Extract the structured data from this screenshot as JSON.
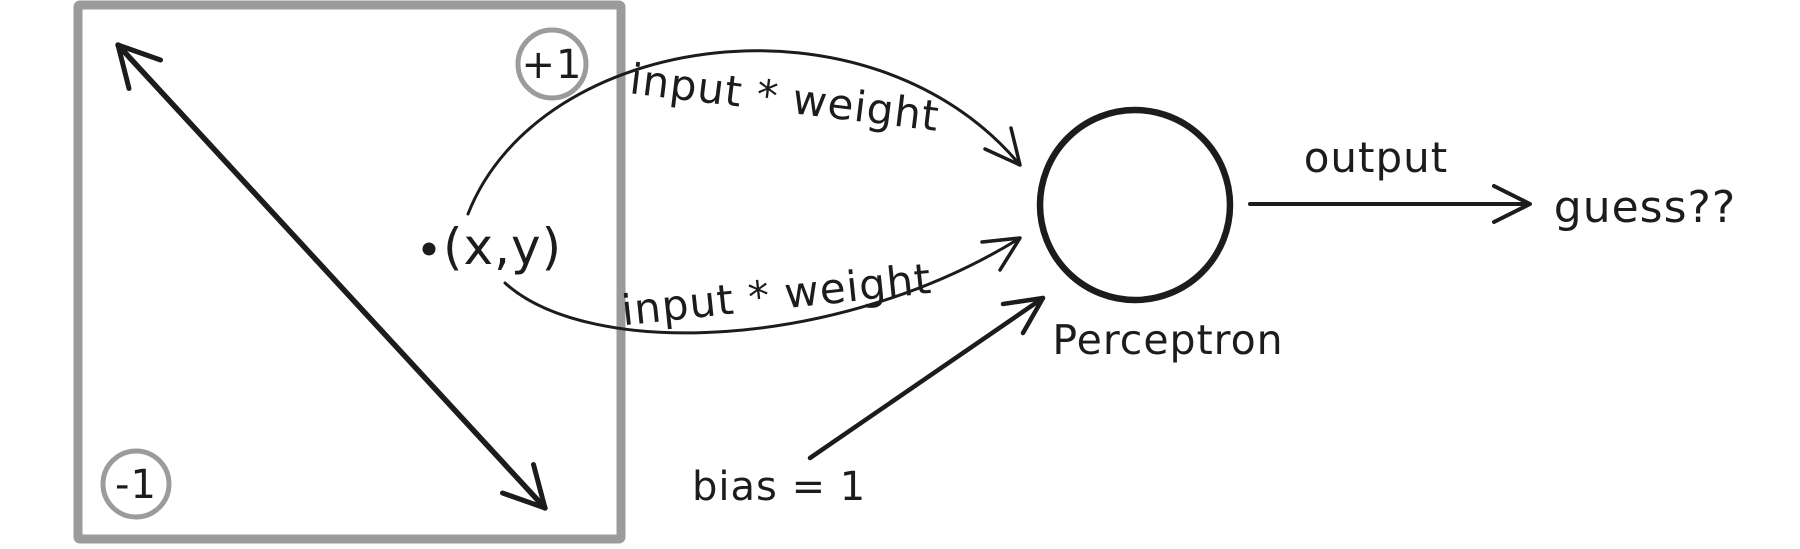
{
  "diagram": {
    "input_space": {
      "region_positive_label": "+1",
      "region_negative_label": "-1",
      "point_label": "(x,y)"
    },
    "edges": {
      "top_connection_label": "input * weight",
      "bottom_connection_label": "input * weight",
      "bias_label": "bias = 1",
      "output_label": "output"
    },
    "node_label": "Perceptron",
    "result_label": "guess??"
  },
  "colors": {
    "ink": "#1c1c1c",
    "frame_gray": "#9b9b9b",
    "background": "#ffffff"
  }
}
